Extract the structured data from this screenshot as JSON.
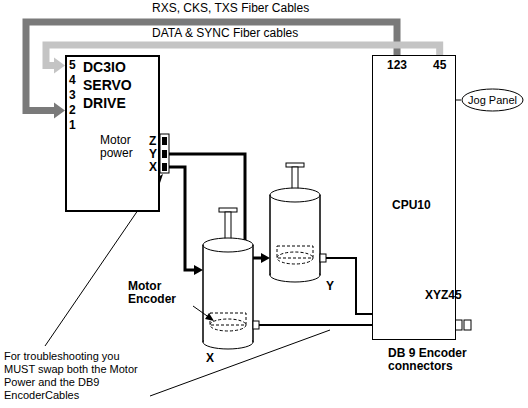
{
  "diagram": {
    "nodes": [
      {
        "text": [
          "DC3IO SERVO DRIVE"
        ]
      },
      {
        "text": [
          "123",
          "45",
          "XYZ45"
        ]
      },
      {
        "text": [
          "Jog Panel"
        ]
      }
    ],
    "edges": [
      {
        "from": 1,
        "to": 0,
        "arrow": "to",
        "label": "RXS, CKS, TXS Fiber Cables"
      },
      {
        "from": 1,
        "to": 0,
        "arrow": "to",
        "label": "DATA & SYNC Fiber cables"
      },
      {
        "from": 1,
        "to": 2,
        "arrow": "none"
      }
    ],
    "labels": [
      "CPU10",
      "5",
      "4",
      "3",
      "2",
      "1",
      "Motor power",
      "Z",
      "Y",
      "X",
      "Y",
      "X",
      "Motor Encoder",
      "DB 9 Encoder connectors",
      "For troubleshooting you MUST swap both the Motor Power and the DB9 EncoderCables"
    ]
  }
}
